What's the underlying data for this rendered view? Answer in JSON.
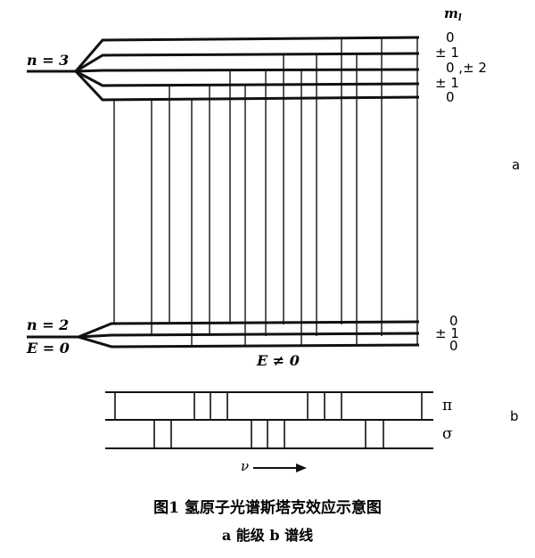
{
  "upper": {
    "label": "n = 3",
    "ml_header": "m",
    "ml_header_sub": "l",
    "sublevels": [
      "0",
      "± 1",
      "0 ,± 2",
      "± 1",
      "0"
    ]
  },
  "lower": {
    "label_n": "n = 2",
    "label_e0": "E = 0",
    "label_ne": "E ≠ 0",
    "sublevels": [
      "0",
      "± 1",
      "0"
    ]
  },
  "panel_a_label": "a",
  "panel_b_label": "b",
  "spectrum": {
    "pi_label": "π",
    "sigma_label": "σ",
    "nu_label": "ν"
  },
  "caption": {
    "title": "图1   氢原子光谱斯塔克效应示意图",
    "sub": "a 能级   b 谱线"
  }
}
